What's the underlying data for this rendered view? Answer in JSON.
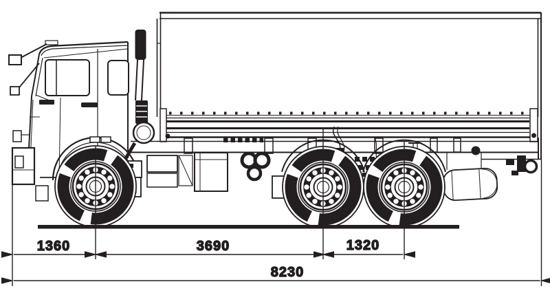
{
  "figure": {
    "type": "technical-drawing",
    "subject": "Side view of a 6x4 flatbed drop-side truck with cab, exhaust stack, three axles, fuel tank and tow hook",
    "background_color": "#ffffff",
    "line_color": "#231f20",
    "units_implied": "mm",
    "dimensions": {
      "front_overhang_to_front_axle": "1360",
      "front_axle_to_middle_axle": "3690",
      "middle_axle_to_rear_axle": "1320",
      "overall_length": "8230"
    }
  }
}
